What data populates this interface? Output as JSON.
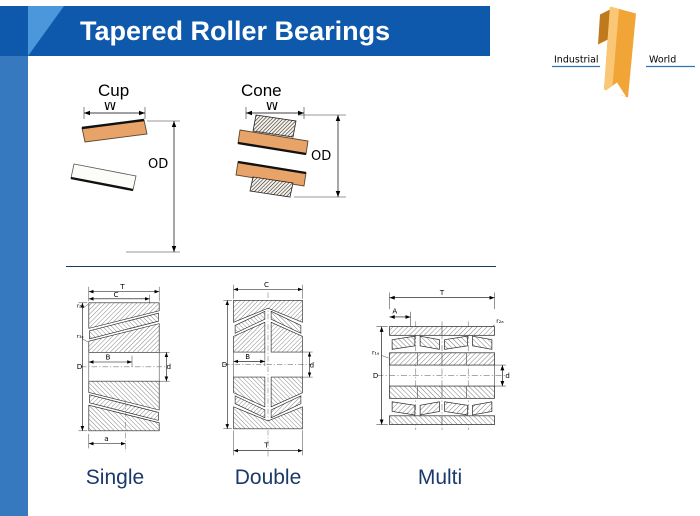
{
  "header": {
    "title": "Tapered Roller Bearings"
  },
  "logo": {
    "left": "Industrial",
    "right": "World"
  },
  "top_diagrams": {
    "cup": {
      "title": "Cup",
      "width_label": "W",
      "od_label": "OD"
    },
    "cone": {
      "title": "Cone",
      "width_label": "W",
      "od_label": "OD"
    }
  },
  "bearing_types": {
    "single": {
      "caption": "Single",
      "dims": {
        "T": "T",
        "C": "C",
        "r2a": "r₂ₐ",
        "r3a": "r₃ₐ",
        "B": "B",
        "d": "d",
        "D": "D",
        "a": "a"
      }
    },
    "double": {
      "caption": "Double",
      "dims": {
        "C": "C",
        "B": "B",
        "d": "d",
        "D": "D",
        "T": "T"
      }
    },
    "multi": {
      "caption": "Multi",
      "dims": {
        "T": "T",
        "A": "A",
        "r2a": "r₂ₐ",
        "r1a": "r₁ₐ",
        "d": "d",
        "D": "D"
      }
    }
  },
  "colors": {
    "banner_blue": "#0E59AC",
    "sidebar_blue": "#3779BE",
    "wedge_blue": "#4C96DB",
    "caption_navy": "#1B3A6B",
    "bearing_tan": "#E8A368",
    "logo_orange": "#F2A537"
  }
}
